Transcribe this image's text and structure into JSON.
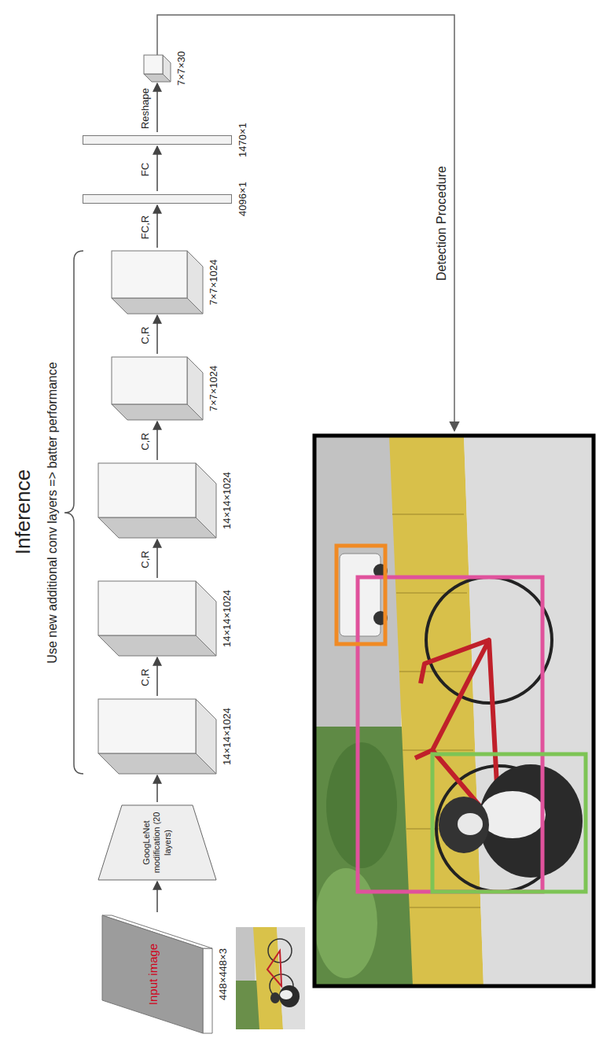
{
  "diagram": {
    "title": "Inference",
    "nodes": [
      {
        "text": [
          "Input image",
          "448×448×3"
        ]
      },
      {
        "text": [
          "GoogLeNet modification (20 layers)"
        ]
      },
      {
        "text": [
          "14×14×1024"
        ]
      },
      {
        "text": [
          "14×14×1024"
        ]
      },
      {
        "text": [
          "14×14×1024"
        ]
      },
      {
        "text": [
          "7×7×1024"
        ]
      },
      {
        "text": [
          "7×7×1024"
        ]
      },
      {
        "text": [
          "4096×1"
        ]
      },
      {
        "text": [
          "1470×1"
        ]
      },
      {
        "text": [
          "7×7×30"
        ]
      }
    ],
    "edges": [
      {
        "from": 0,
        "to": 1,
        "arrow": "to"
      },
      {
        "from": 1,
        "to": 2,
        "arrow": "to"
      },
      {
        "from": 2,
        "to": 3,
        "label": "C,R",
        "arrow": "to"
      },
      {
        "from": 3,
        "to": 4,
        "label": "C,R",
        "arrow": "to"
      },
      {
        "from": 4,
        "to": 5,
        "label": "C,R",
        "arrow": "to"
      },
      {
        "from": 5,
        "to": 6,
        "label": "C,R",
        "arrow": "to"
      },
      {
        "from": 6,
        "to": 7,
        "label": "FC,R",
        "arrow": "to"
      },
      {
        "from": 7,
        "to": 8,
        "label": "FC",
        "arrow": "to"
      },
      {
        "from": 8,
        "to": 9,
        "label": "Reshape",
        "arrow": "to"
      }
    ],
    "labels": [
      "Use new additional conv layers => batter performance",
      "Detection Procedure"
    ]
  }
}
